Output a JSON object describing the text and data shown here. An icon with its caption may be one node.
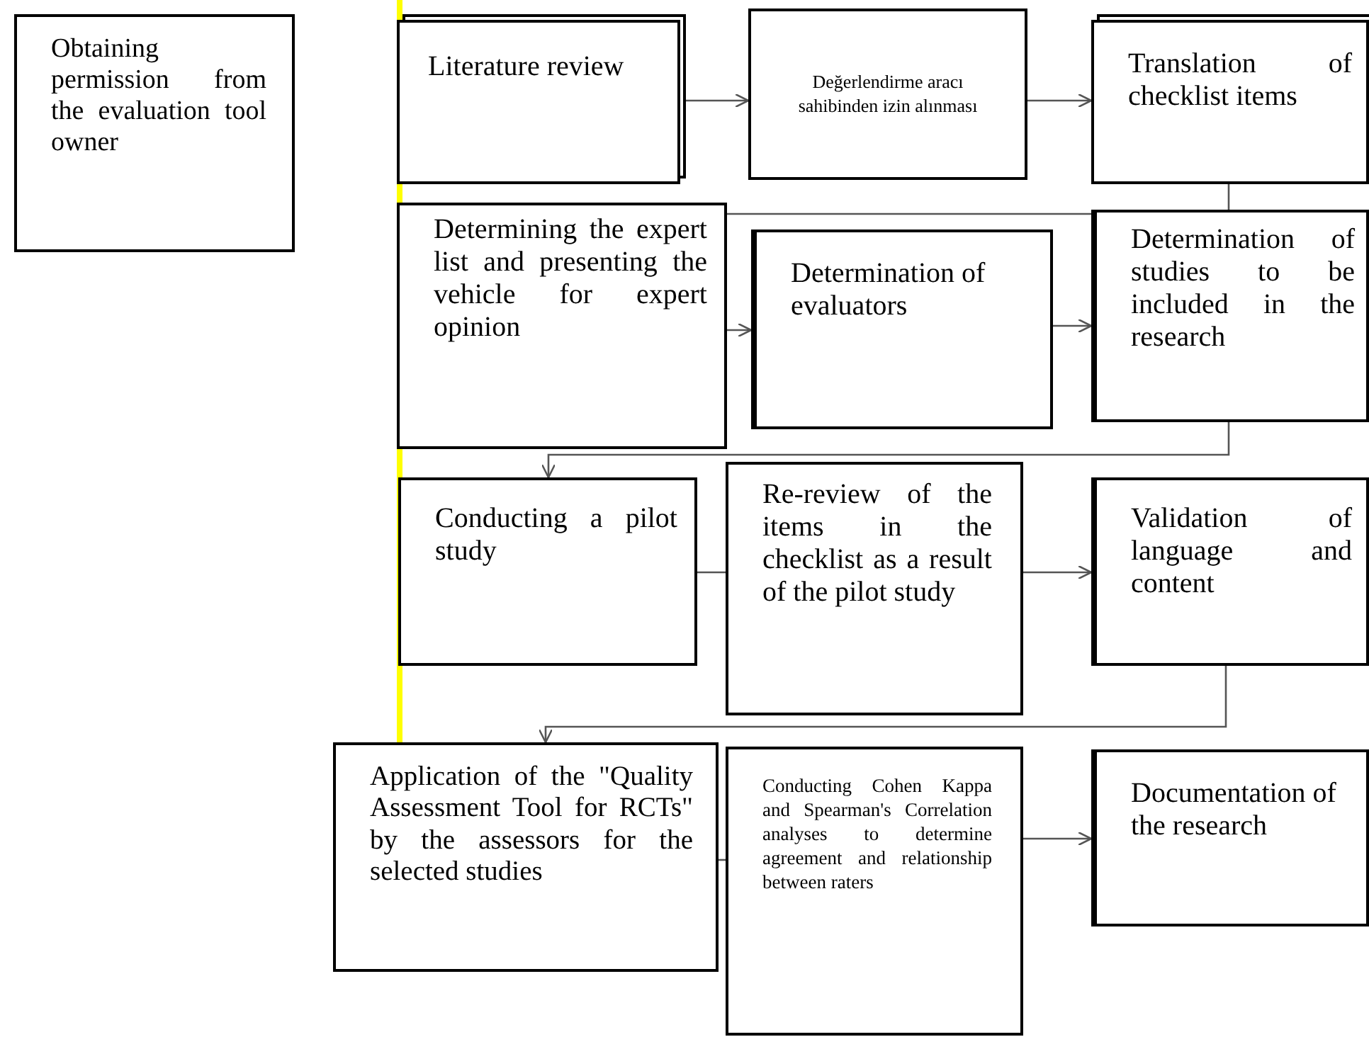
{
  "diagram": {
    "nodes": [
      {
        "text": [
          "Obtaining permission from the evaluation tool owner"
        ]
      },
      {
        "text": [
          "Literature review"
        ]
      },
      {
        "text": [
          "Değerlendirme aracı sahibinden izin alınması"
        ]
      },
      {
        "text": [
          "Translation of checklist items"
        ]
      },
      {
        "text": [
          "Determining the expert list and presenting the vehicle for expert opinion"
        ]
      },
      {
        "text": [
          "Determination of evaluators"
        ]
      },
      {
        "text": [
          "Determination of studies to be included in the research"
        ]
      },
      {
        "text": [
          "Conducting a pilot study"
        ]
      },
      {
        "text": [
          "Re-review of the items in the checklist as a result of the pilot study"
        ]
      },
      {
        "text": [
          "Validation of language and content"
        ]
      },
      {
        "text": [
          "Application of the \"Quality Assessment Tool for RCTs\" by the assessors for the selected studies"
        ]
      },
      {
        "text": [
          "Conducting Cohen Kappa and Spearman's Correlation analyses to determine agreement and relationship between raters"
        ]
      },
      {
        "text": [
          "Documentation of the research"
        ]
      }
    ],
    "edges": [
      {
        "from": 1,
        "to": 2,
        "arrow": "to"
      },
      {
        "from": 2,
        "to": 3,
        "arrow": "to"
      },
      {
        "from": 3,
        "to": 4,
        "arrow": "none"
      },
      {
        "from": 4,
        "to": 5,
        "arrow": "to"
      },
      {
        "from": 5,
        "to": 6,
        "arrow": "to"
      },
      {
        "from": 6,
        "to": 7,
        "arrow": "to"
      },
      {
        "from": 7,
        "to": 8,
        "arrow": "none"
      },
      {
        "from": 8,
        "to": 9,
        "arrow": "to"
      },
      {
        "from": 9,
        "to": 10,
        "arrow": "to"
      },
      {
        "from": 10,
        "to": 11,
        "arrow": "none"
      },
      {
        "from": 11,
        "to": 12,
        "arrow": "to"
      }
    ]
  }
}
